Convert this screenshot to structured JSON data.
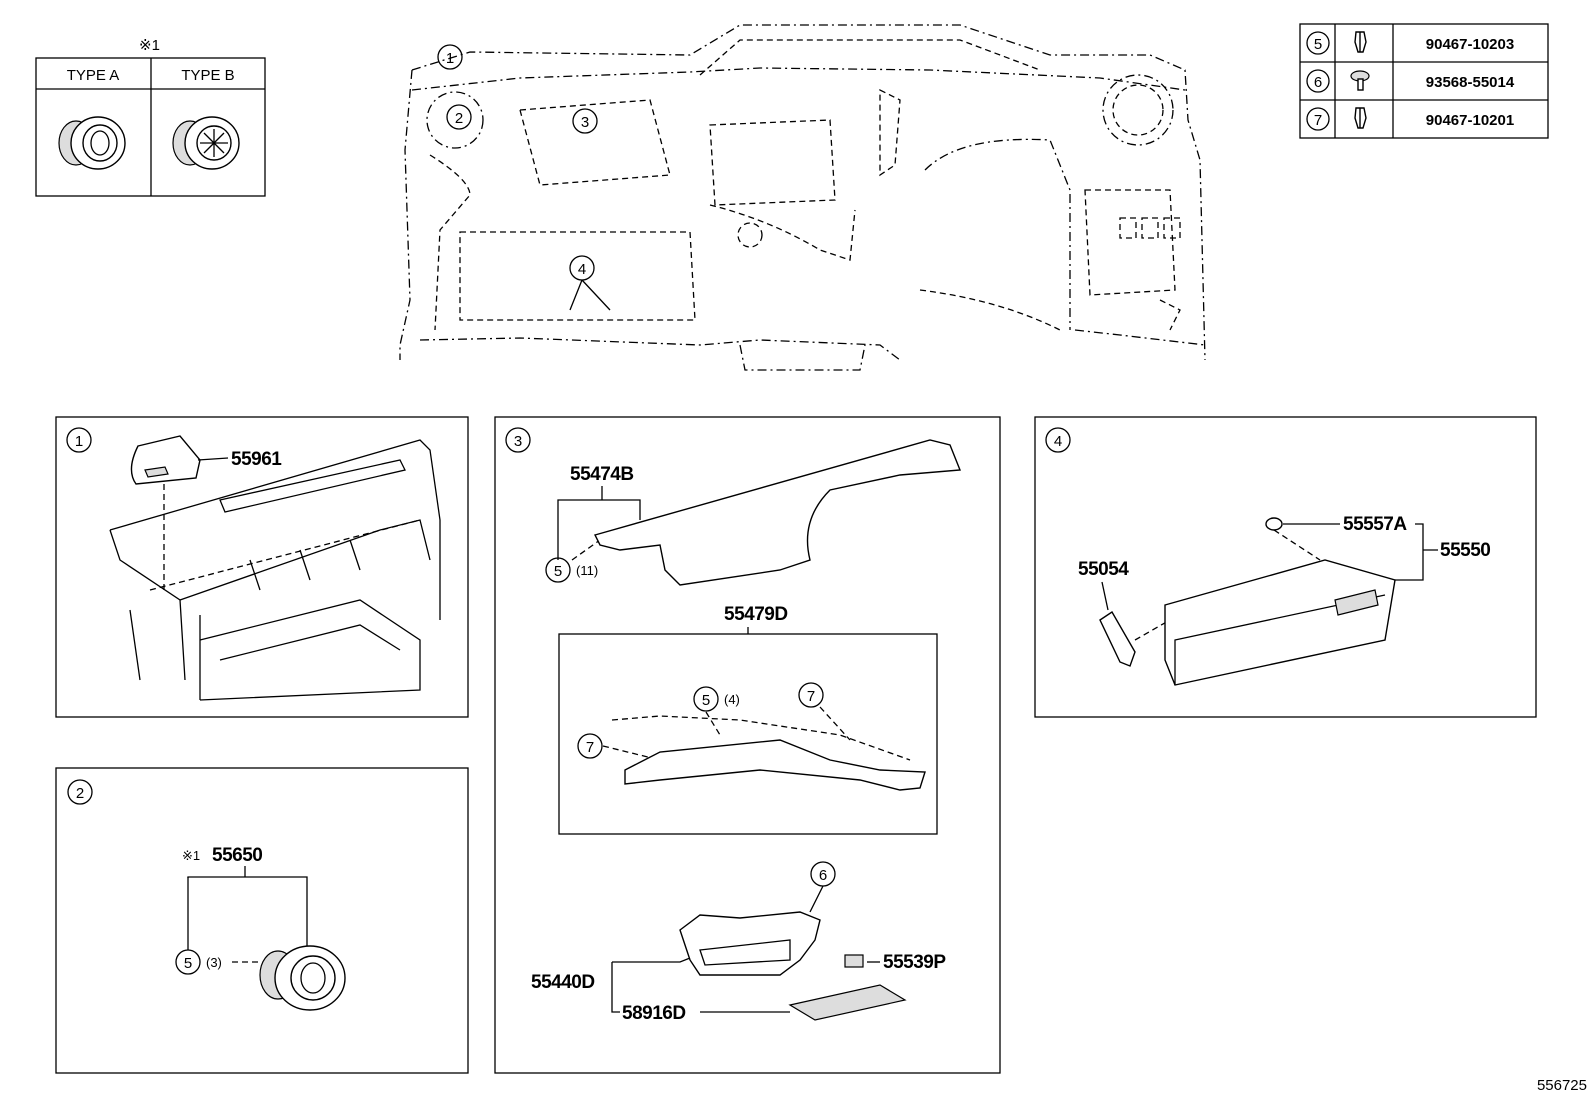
{
  "type_box": {
    "note": "※1",
    "type_a": "TYPE A",
    "type_b": "TYPE B"
  },
  "fastener_table": [
    {
      "callout": "5",
      "icon": "clip-icon",
      "part_no": "90467-10203"
    },
    {
      "callout": "6",
      "icon": "screw-icon",
      "part_no": "93568-55014"
    },
    {
      "callout": "7",
      "icon": "clip-icon",
      "part_no": "90467-10201"
    }
  ],
  "overview": {
    "callouts": [
      "1",
      "2",
      "3",
      "4"
    ]
  },
  "panel1": {
    "callout": "1",
    "parts": {
      "p55961": "55961"
    }
  },
  "panel2": {
    "callout": "2",
    "note": "※1",
    "part": "55650",
    "clip_callout": "5",
    "clip_qty": "(3)"
  },
  "panel3": {
    "callout": "3",
    "p55474b": "55474B",
    "clip_a": "5",
    "clip_a_qty": "(11)",
    "p55479d": "55479D",
    "clip_b": "5",
    "clip_b_qty": "(4)",
    "clip_c": "7",
    "clip_d": "7",
    "screw": "6",
    "p55440d": "55440D",
    "p58916d": "58916D",
    "p55539p": "55539P"
  },
  "panel4": {
    "callout": "4",
    "p55054": "55054",
    "p55557a": "55557A",
    "p55550": "55550"
  },
  "footer": {
    "diagram_id": "556725"
  }
}
